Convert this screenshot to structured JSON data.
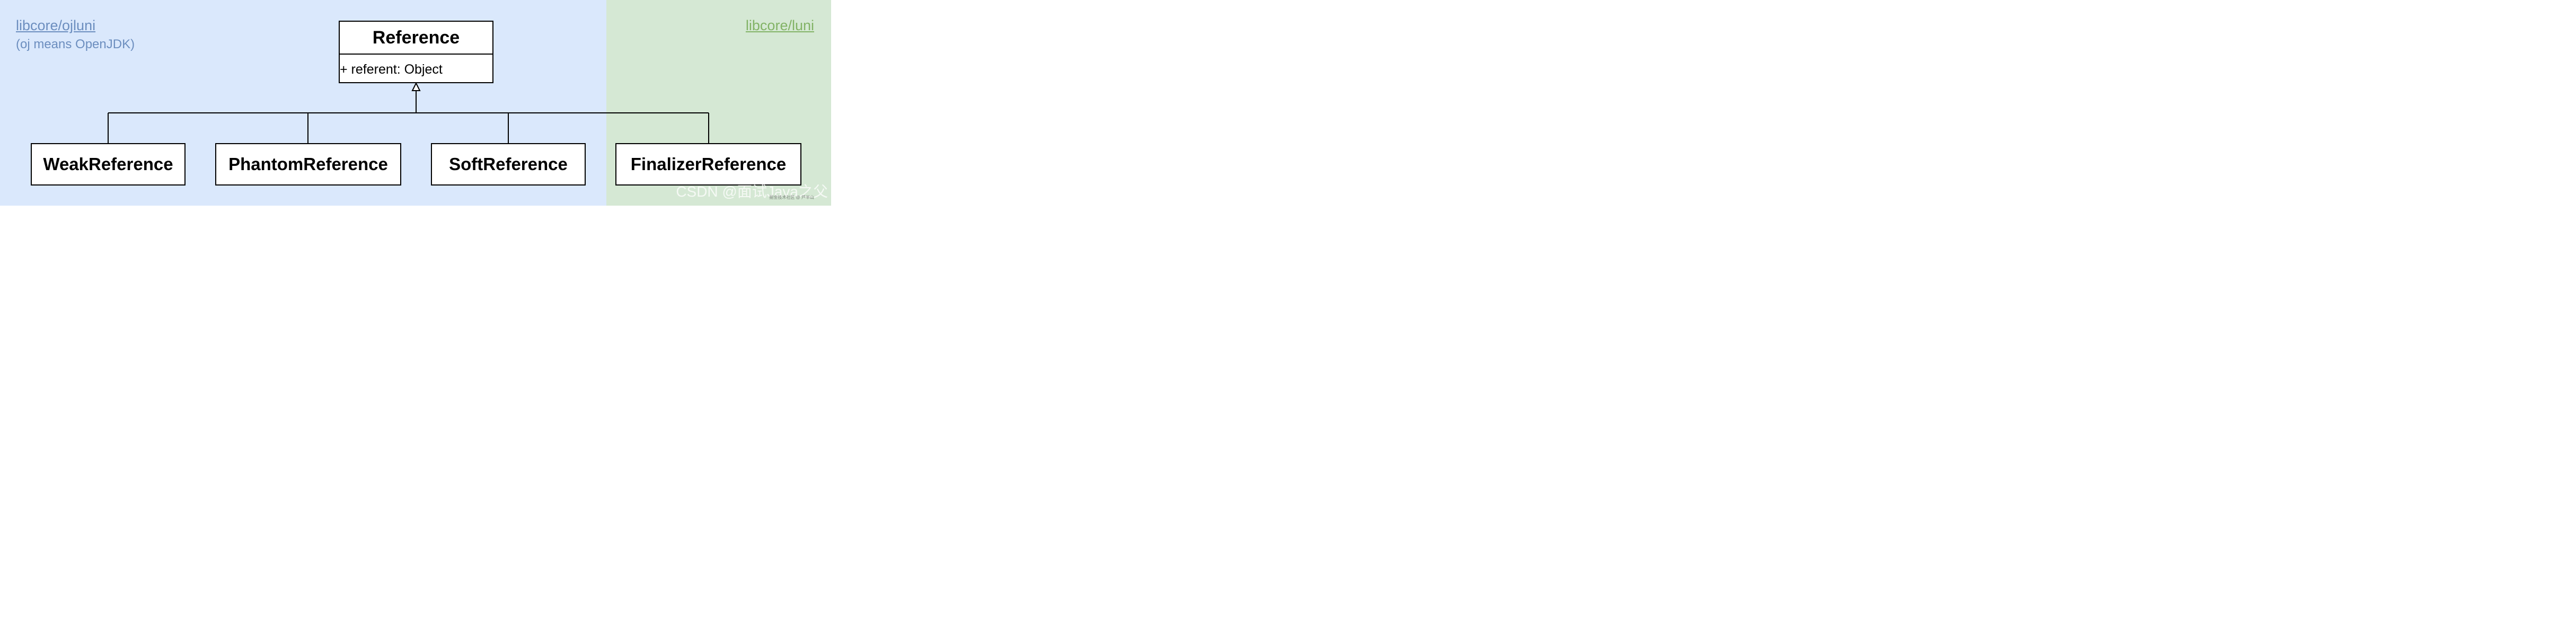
{
  "regions": {
    "ojluni": {
      "link": "libcore/ojluni",
      "note": "(oj means OpenJDK)",
      "background": "#dae8fc",
      "text_color": "#6c8ebf"
    },
    "luni": {
      "link": "libcore/luni",
      "background": "#d5e8d4",
      "text_color": "#82b366"
    }
  },
  "classes": {
    "reference": {
      "name": "Reference",
      "attribute": "+ referent: Object"
    },
    "subclasses": [
      {
        "name": "WeakReference"
      },
      {
        "name": "PhantomReference"
      },
      {
        "name": "SoftReference"
      },
      {
        "name": "FinalizerReference"
      }
    ]
  },
  "watermark": {
    "main": "CSDN @面试Java之父",
    "small": "掘金技术社区 @ 芦半山"
  }
}
